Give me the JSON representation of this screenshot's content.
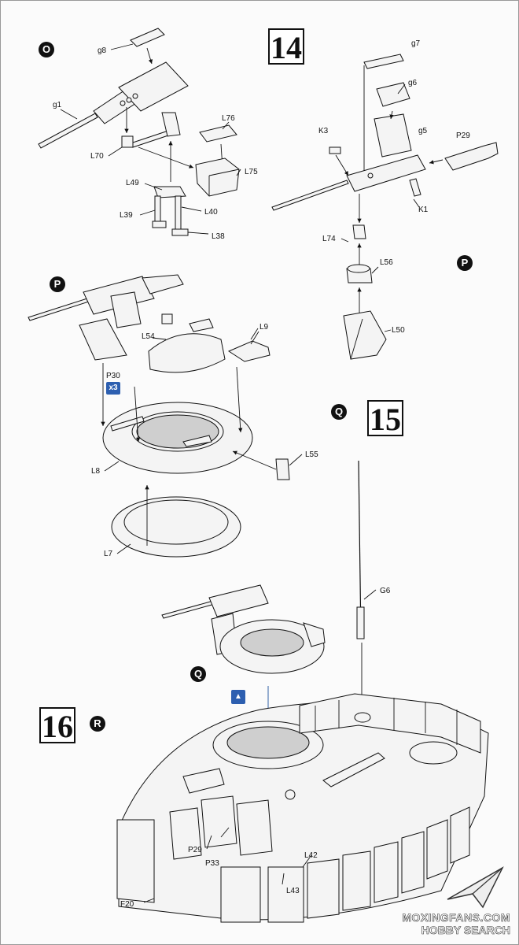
{
  "steps": {
    "s14": "14",
    "s15": "15",
    "s16": "16"
  },
  "subassemblies": {
    "o": "O",
    "p_top": "P",
    "p_mid": "P",
    "q_top": "Q",
    "q_mid": "Q",
    "r": "R"
  },
  "badges": {
    "times3": "x3"
  },
  "part_labels": {
    "g8": "g8",
    "g1": "g1",
    "l70": "L70",
    "l76": "L76",
    "l75": "L75",
    "l49": "L49",
    "l39": "L39",
    "l40": "L40",
    "l38": "L38",
    "g7": "g7",
    "g6": "g6",
    "g5": "g5",
    "k3": "K3",
    "p29_top": "P29",
    "k1": "K1",
    "l74": "L74",
    "l56": "L56",
    "l50": "L50",
    "l54": "L54",
    "l9": "L9",
    "p30": "P30",
    "l8": "L8",
    "l55": "L55",
    "l7": "L7",
    "g6_ant": "G6",
    "p29_bot": "P29",
    "p33": "P33",
    "l42": "L42",
    "l43": "L43",
    "f20": "F20"
  },
  "watermark": {
    "line1": "MOXINGFANS.COM",
    "line2": "HOBBY SEARCH"
  }
}
